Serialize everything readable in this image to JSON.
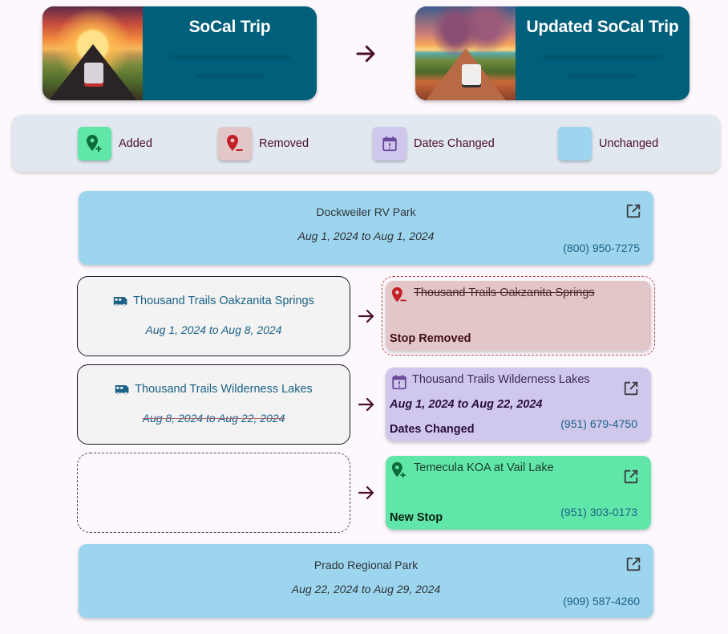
{
  "trips": {
    "original": {
      "title": "SoCal Trip",
      "image": "sunset-road-rv-image"
    },
    "updated": {
      "title": "Updated SoCal Trip",
      "image": "beach-road-rv-image"
    },
    "arrow_icon": "arrow-right-icon"
  },
  "legend": {
    "items": [
      {
        "label": "Added",
        "icon": "add-location-icon",
        "color": "#61e6aa"
      },
      {
        "label": "Removed",
        "icon": "remove-location-icon",
        "color": "#e3c6c8"
      },
      {
        "label": "Dates Changed",
        "icon": "calendar-alert-icon",
        "color": "#d0c8ec"
      },
      {
        "label": "Unchanged",
        "icon": null,
        "color": "#9dd5ee"
      }
    ]
  },
  "stops": [
    {
      "type": "unchanged",
      "name": "Dockweiler RV Park",
      "dates": "Aug 1, 2024 to Aug 1, 2024",
      "phone": "(800) 950-7275"
    },
    {
      "type": "removed",
      "old": {
        "name": "Thousand Trails Oakzanita Springs",
        "dates": "Aug 1, 2024 to Aug 8, 2024"
      },
      "new": {
        "name": "Thousand Trails Oakzanita Springs",
        "status": "Stop Removed"
      }
    },
    {
      "type": "dates_changed",
      "old": {
        "name": "Thousand Trails Wilderness Lakes",
        "dates": "Aug 8, 2024 to Aug 22, 2024"
      },
      "new": {
        "name": "Thousand Trails Wilderness Lakes",
        "dates": "Aug 1, 2024 to Aug 22, 2024",
        "status": "Dates Changed",
        "phone": "(951) 679-4750"
      }
    },
    {
      "type": "added",
      "old": null,
      "new": {
        "name": "Temecula KOA at Vail Lake",
        "status": "New Stop",
        "phone": "(951) 303-0173"
      }
    },
    {
      "type": "unchanged",
      "name": "Prado Regional Park",
      "dates": "Aug 22, 2024 to Aug 29, 2024",
      "phone": "(909) 587-4260"
    }
  ],
  "colors": {
    "header_bg": "#005f7a",
    "legend_bg": "#e1e8f0",
    "arrow": "#4a0e26",
    "link": "#1b6185",
    "added": "#61e6aa",
    "removed": "#e3c6c8",
    "dates_changed": "#d0c8ec",
    "unchanged": "#9dd5ee"
  }
}
